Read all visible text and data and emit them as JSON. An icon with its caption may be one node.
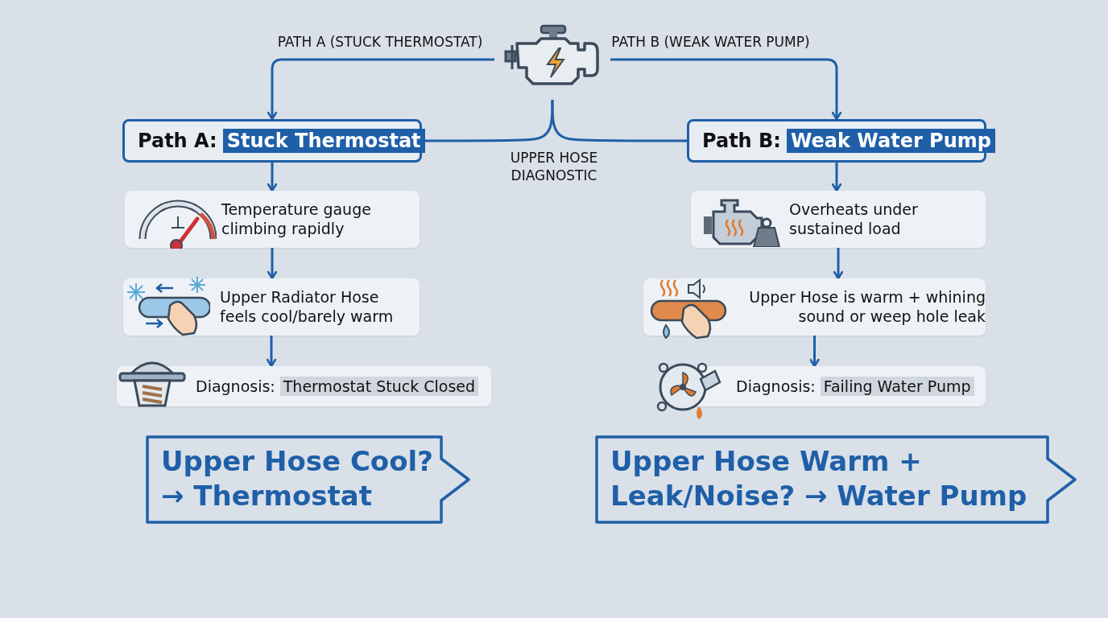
{
  "diagram": {
    "nodes": [
      {
        "text": [],
        "shape": "picture"
      },
      {
        "text": [
          "Path A:",
          "Stuck Thermostat"
        ]
      },
      {
        "text": [
          "Path B:",
          "Weak Water Pump"
        ]
      },
      {
        "text": [
          "Temperature gauge climbing rapidly"
        ]
      },
      {
        "text": [
          "Upper Radiator Hose feels cool/barely warm"
        ]
      },
      {
        "text": [
          "Diagnosis:",
          "Thermostat Stuck Closed"
        ]
      },
      {
        "text": [
          "Overheats under sustained load"
        ]
      },
      {
        "text": [
          "Upper Hose is warm + whining sound or weep hole leak"
        ]
      },
      {
        "text": [
          "Diagnosis:",
          "Failing Water Pump"
        ]
      },
      {
        "text": [
          "Upper Hose Cool? → Thermostat"
        ]
      },
      {
        "text": [
          "Upper Hose Warm + Leak/Noise? → Water Pump"
        ]
      }
    ],
    "edges": [
      {
        "from": 0,
        "to": 1,
        "arrow": "to",
        "label": "PATH A (STUCK THERMOSTAT)"
      },
      {
        "from": 0,
        "to": 2,
        "arrow": "to",
        "label": "PATH B (WEAK WATER PUMP)"
      },
      {
        "from": 0,
        "to": 1,
        "arrow": "none"
      },
      {
        "from": 0,
        "to": 2,
        "arrow": "none"
      },
      {
        "from": 1,
        "to": 3,
        "arrow": "to"
      },
      {
        "from": 3,
        "to": 4,
        "arrow": "to"
      },
      {
        "from": 4,
        "to": 5,
        "arrow": "to"
      },
      {
        "from": 2,
        "to": 6,
        "arrow": "to"
      },
      {
        "from": 6,
        "to": 7,
        "arrow": "to"
      },
      {
        "from": 7,
        "to": 8,
        "arrow": "to"
      }
    ],
    "labels": [
      "UPPER HOSE DIAGNOSTIC"
    ]
  }
}
